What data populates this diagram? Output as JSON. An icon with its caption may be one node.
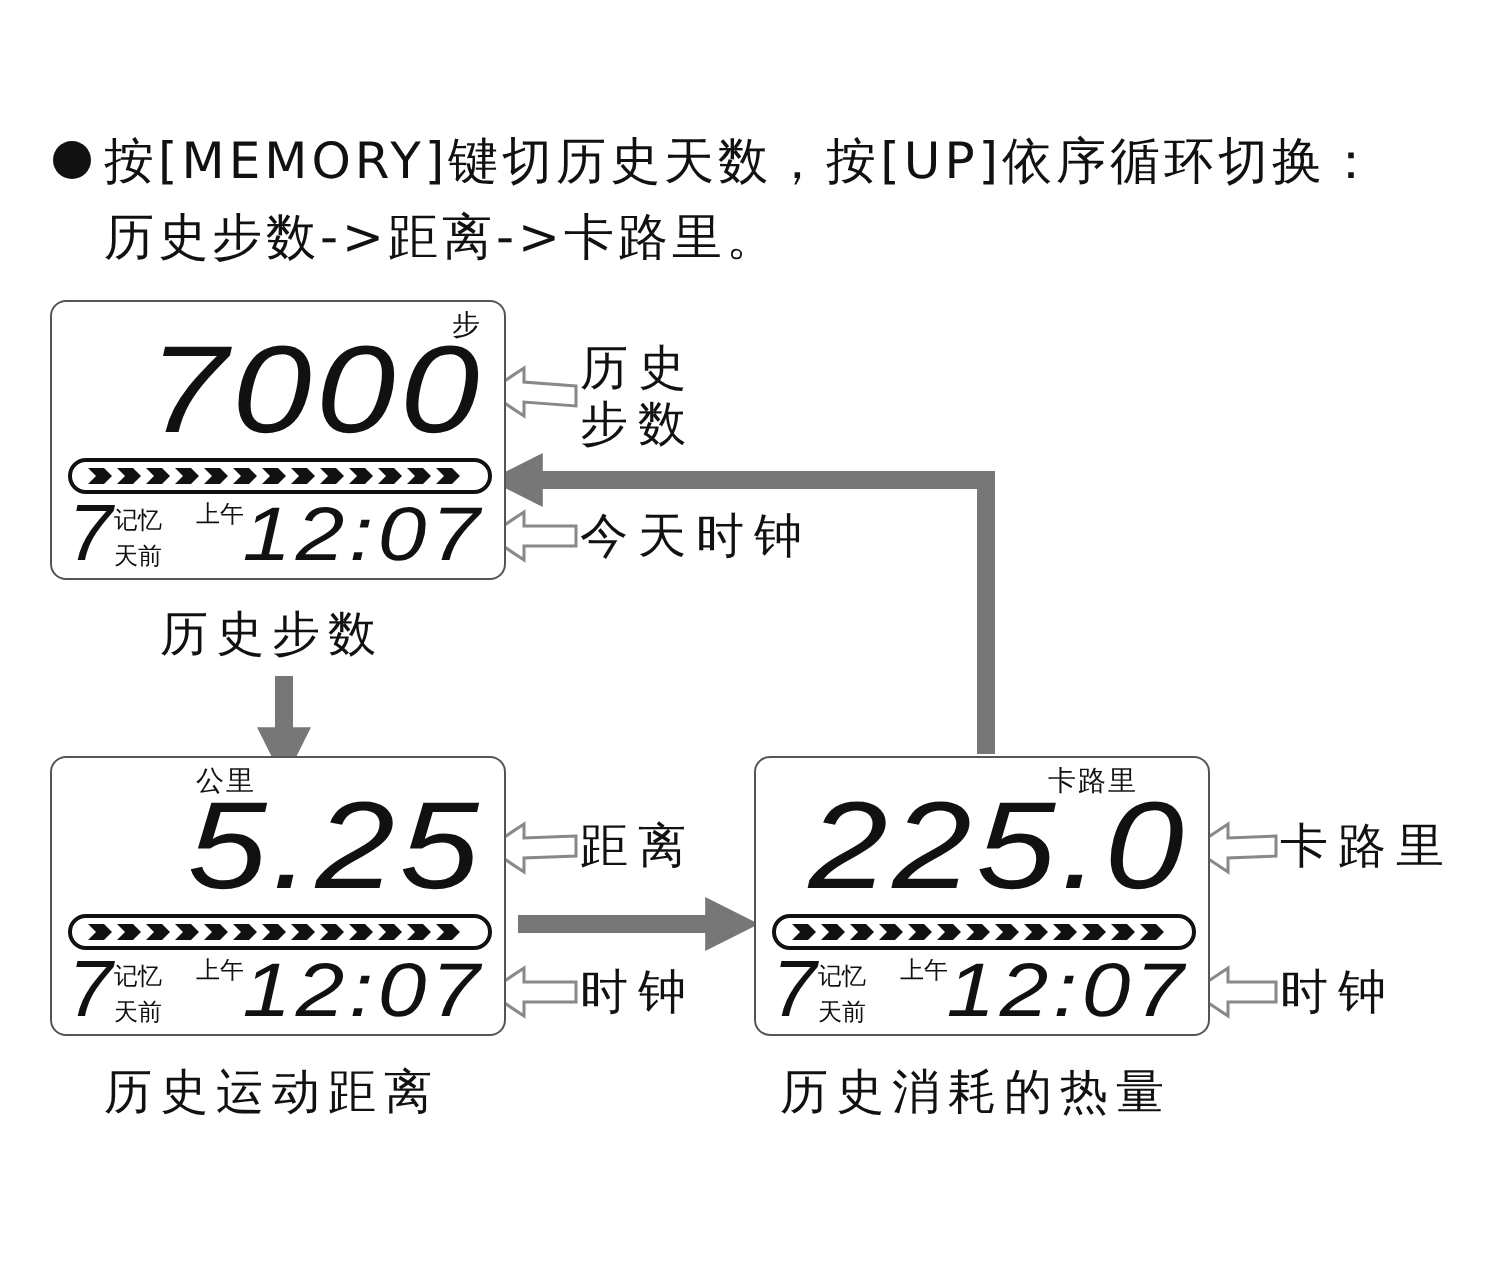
{
  "diagram": {
    "title": "按[MEMORY]键切历史天数，按[UP]依序循环切换：历史步数->距离->卡路里。",
    "nodes": [
      {
        "text": [
          "步",
          "7",
          "记忆",
          "天前",
          "上午"
        ],
        "beside": [
          "历史步数"
        ]
      },
      {
        "text": [
          "7000"
        ],
        "in": 0
      },
      {
        "text": [
          "12:07"
        ],
        "in": 0
      },
      {
        "text": [
          "历史步数"
        ]
      },
      {
        "text": [
          "今天时钟"
        ]
      },
      {
        "text": [
          "公里",
          "7",
          "记忆",
          "天前",
          "上午"
        ],
        "beside": [
          "历史运动距离"
        ]
      },
      {
        "text": [
          "5.25"
        ],
        "in": 5
      },
      {
        "text": [
          "12:07"
        ],
        "in": 5
      },
      {
        "text": [
          "距离"
        ]
      },
      {
        "text": [
          "时钟"
        ]
      },
      {
        "text": [
          "卡路里",
          "7",
          "记忆",
          "天前",
          "上午"
        ],
        "beside": [
          "历史消耗的热量"
        ]
      },
      {
        "text": [
          "225.0"
        ],
        "in": 10
      },
      {
        "text": [
          "12:07"
        ],
        "in": 10
      },
      {
        "text": [
          "卡路里"
        ]
      },
      {
        "text": [
          "时钟"
        ]
      }
    ],
    "edges": [
      {
        "from": 3,
        "to": 1,
        "arrow": "to"
      },
      {
        "from": 4,
        "to": 2,
        "arrow": "to"
      },
      {
        "from": 8,
        "to": 6,
        "arrow": "to"
      },
      {
        "from": 9,
        "to": 7,
        "arrow": "to"
      },
      {
        "from": 13,
        "to": 11,
        "arrow": "to"
      },
      {
        "from": 14,
        "to": 12,
        "arrow": "to"
      },
      {
        "from": 0,
        "to": 5,
        "arrow": "to",
        "color": "#777777"
      },
      {
        "from": 5,
        "to": 10,
        "arrow": "to",
        "color": "#777777"
      },
      {
        "from": 10,
        "to": 0,
        "arrow": "to",
        "color": "#777777"
      }
    ]
  }
}
